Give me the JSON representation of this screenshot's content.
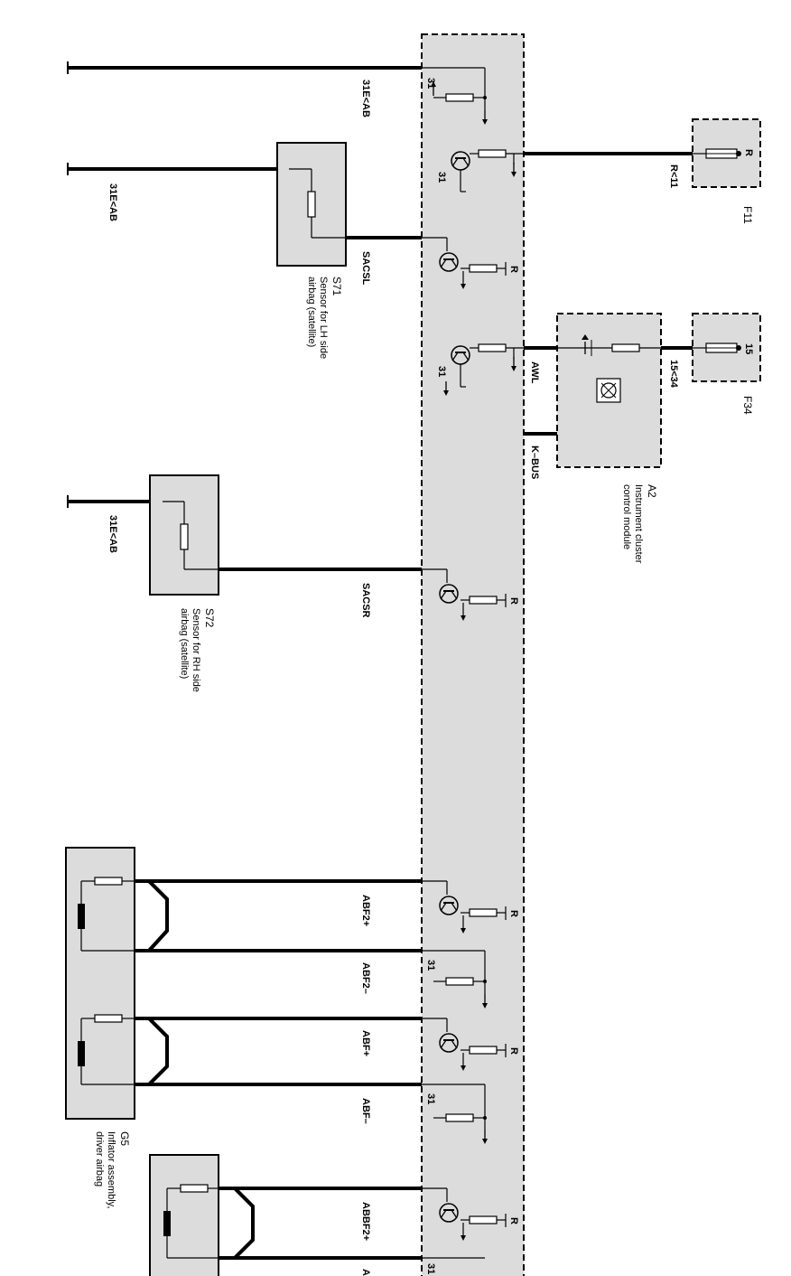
{
  "ground_labels": [
    "31E<AB",
    "31E<AB",
    "31E<AB"
  ],
  "signals": {
    "sacsl": "SACSL",
    "sacsr": "SACSR",
    "awl": "AWL",
    "kbus": "K–BUS",
    "abf2p": "ABF2+",
    "abf2m": "ABF2–",
    "abfp": "ABF+",
    "abfm": "ABF–",
    "abbf2p": "ABBF2+",
    "cut_a": "A"
  },
  "pins": {
    "r": "R",
    "p31": "31",
    "p15": "15",
    "r11": "R<11",
    "p1534": "15<34"
  },
  "components": {
    "f11": {
      "ref": "F11"
    },
    "f34": {
      "ref": "F34"
    },
    "a2": {
      "ref": "A2",
      "line1": "Instrument cluster",
      "line2": "control module"
    },
    "s71": {
      "ref": "S71",
      "line1": "Sensor for LH side",
      "line2": "airbag (satellite)"
    },
    "s72": {
      "ref": "S72",
      "line1": "Sensor for RH side",
      "line2": "airbag (satellite)"
    },
    "g5": {
      "ref": "G5",
      "line1": "Inflator assembly,",
      "line2": "driver airbag"
    }
  },
  "colors": {
    "module_fill": "#dcdcdc",
    "wire": "#000000",
    "background": "#ffffff"
  }
}
